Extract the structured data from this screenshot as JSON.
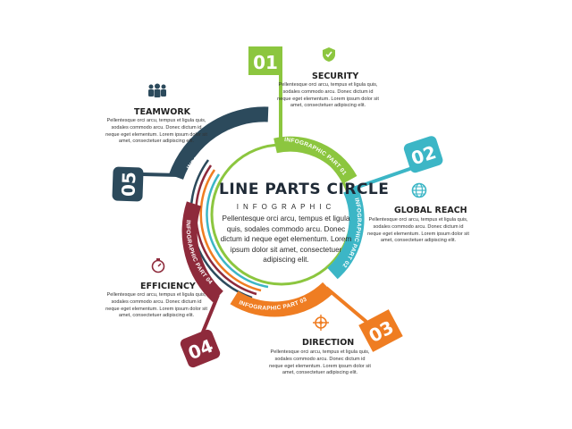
{
  "center": {
    "title": "LINE PARTS CIRCLE",
    "subtitle": "INFOGRAPHIC",
    "body": "Pellentesque orci arcu, tempus et ligula quis, sodales commodo arcu. Donec dictum id neque eget elementum. Lorem ipsum dolor sit amet, consectetuer adipiscing elit."
  },
  "parts": [
    {
      "number": "01",
      "arc_label": "INFOGRAPHIC PART 01",
      "title": "SECURITY",
      "icon": "shield-icon",
      "color": "#8cc63f",
      "body": "Pellentesque orci arcu, tempus et ligula quis, sodales commodo arcu. Donec dictum id neque eget elementum. Lorem ipsum dolor sit amet, consectetuer adipiscing elit."
    },
    {
      "number": "02",
      "arc_label": "INFOGRAPHIC PART 02",
      "title": "GLOBAL REACH",
      "icon": "globe-icon",
      "color": "#3cb6c6",
      "body": "Pellentesque orci arcu, tempus et ligula quis, sodales commodo arcu. Donec dictum id neque eget elementum. Lorem ipsum dolor sit amet, consectetuer adipiscing elit."
    },
    {
      "number": "03",
      "arc_label": "INFOGRAPHIC PART 03",
      "title": "DIRECTION",
      "icon": "compass-icon",
      "color": "#ef7d22",
      "body": "Pellentesque orci arcu, tempus et ligula quis, sodales commodo arcu. Donec dictum id neque eget elementum. Lorem ipsum dolor sit amet, consectetuer adipiscing elit."
    },
    {
      "number": "04",
      "arc_label": "INFOGRAPHIC PART 04",
      "title": "EFFICIENCY",
      "icon": "stopwatch-icon",
      "color": "#8e2a3b",
      "body": "Pellentesque orci arcu, tempus et ligula quis, sodales commodo arcu. Donec dictum id neque eget elementum. Lorem ipsum dolor sit amet, consectetuer adipiscing elit."
    },
    {
      "number": "05",
      "arc_label": "INFOGRAPHIC PART 05",
      "title": "TEAMWORK",
      "icon": "team-icon",
      "color": "#2c4a5c",
      "body": "Pellentesque orci arcu, tempus et ligula quis, sodales commodo arcu. Donec dictum id neque eget elementum. Lorem ipsum dolor sit amet, consectetuer adipiscing elit."
    }
  ]
}
